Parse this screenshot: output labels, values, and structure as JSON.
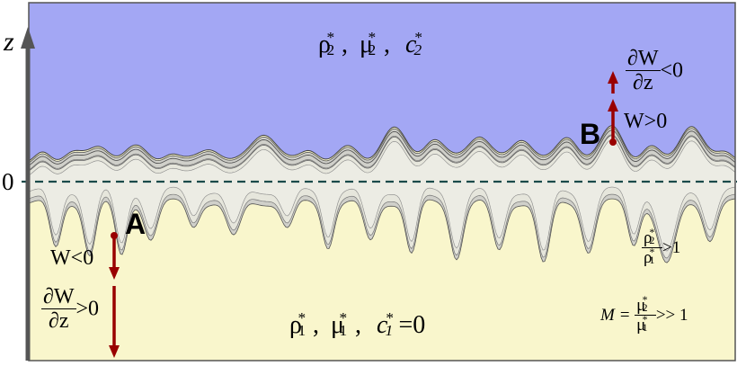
{
  "axis": {
    "z_label": "z",
    "zero_label": "0"
  },
  "upper_fluid": {
    "color": "#a3a7f4",
    "rho_sym": "ρ",
    "rho_idx": "2",
    "mu_sym": "μ",
    "mu_idx": "2",
    "c_sym": "c",
    "c_idx": "2",
    "star": "*",
    "sep": ","
  },
  "lower_fluid": {
    "color": "#f9f6cc",
    "rho_sym": "ρ",
    "rho_idx": "1",
    "mu_sym": "μ",
    "mu_idx": "1",
    "c_sym": "c",
    "c_idx": "1",
    "star": "*",
    "sep": ",",
    "c_value": "=0"
  },
  "point_a": {
    "label": "A",
    "w_text": "W<0",
    "deriv_num": "∂W",
    "deriv_den": "∂z",
    "deriv_rel": ">0"
  },
  "point_b": {
    "label": "B",
    "w_text": "W>0",
    "deriv_num": "∂W",
    "deriv_den": "∂z",
    "deriv_rel": "<0"
  },
  "density_ratio": {
    "num_sym": "ρ",
    "num_idx": "2",
    "den_sym": "ρ",
    "den_idx": "1",
    "star": "*",
    "rel": ">1"
  },
  "viscosity_ratio": {
    "prefix": "M =",
    "num_sym": "μ",
    "num_idx": "2",
    "den_sym": "μ",
    "den_idx": "1",
    "star": "*",
    "rel": ">> 1"
  },
  "colors": {
    "arrow": "#990000",
    "axis_line": "#555555",
    "dashed_line": "#1a4a4a",
    "finger_fill": "#e6e6dc",
    "finger_band": "#d0d0ca"
  }
}
